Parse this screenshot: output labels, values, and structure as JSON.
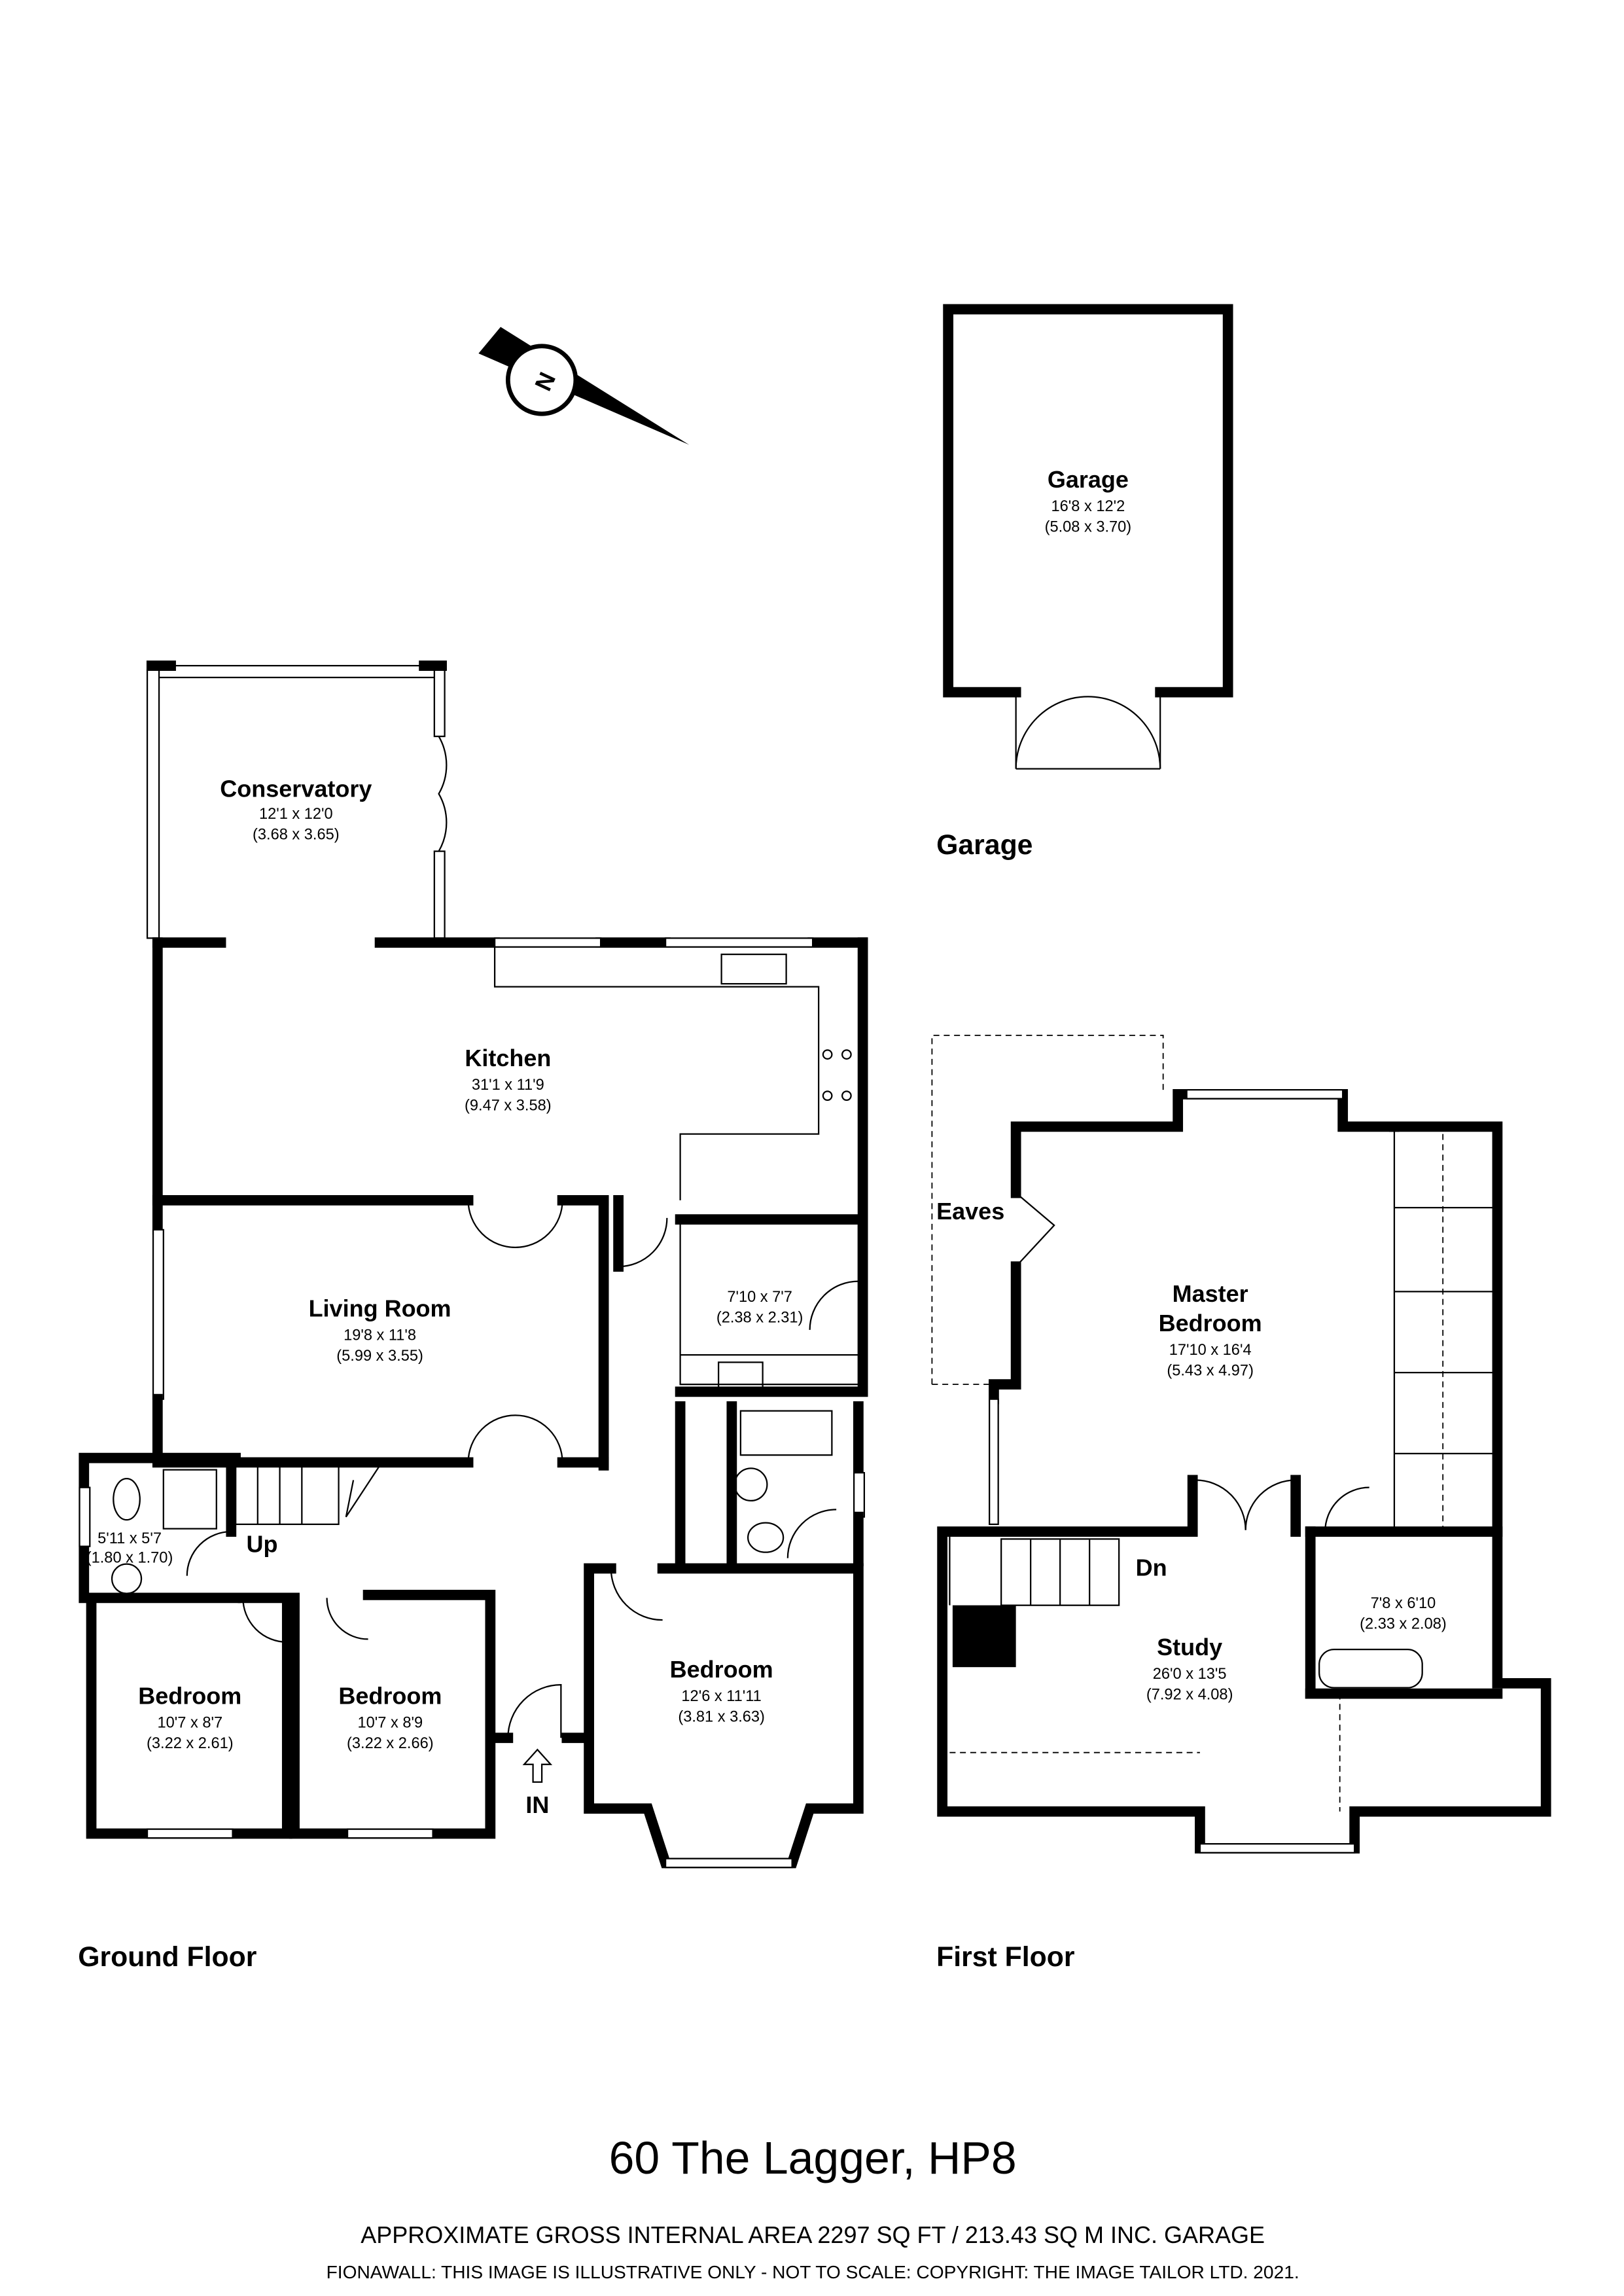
{
  "title": "60 The Lagger, HP8",
  "area_text": "APPROXIMATE GROSS INTERNAL AREA 2297 SQ FT / 213.43 SQ M INC. GARAGE",
  "disclaimer": "FIONAWALL: THIS IMAGE IS ILLUSTRATIVE ONLY - NOT TO SCALE: COPYRIGHT: THE IMAGE TAILOR LTD. 2021.",
  "compass": {
    "letter": "N",
    "icon": "north-arrow-icon"
  },
  "floors": {
    "garage": {
      "label": "Garage",
      "rooms": [
        {
          "name": "Garage",
          "imperial": "16'8 x 12'2",
          "metric": "(5.08 x 3.70)"
        }
      ]
    },
    "ground": {
      "label": "Ground Floor",
      "stairs_label": "Up",
      "entrance_label": "IN",
      "rooms": [
        {
          "name": "Conservatory",
          "imperial": "12'1 x 12'0",
          "metric": "(3.68 x 3.65)"
        },
        {
          "name": "Kitchen",
          "imperial": "31'1 x 11'9",
          "metric": "(9.47 x 3.58)"
        },
        {
          "name": "Living Room",
          "imperial": "19'8 x 11'8",
          "metric": "(5.99 x 3.55)"
        },
        {
          "name": "",
          "imperial": "7'10 x 7'7",
          "metric": "(2.38 x 2.31)"
        },
        {
          "name": "",
          "imperial": "5'11 x 5'7",
          "metric": "(1.80 x 1.70)"
        },
        {
          "name": "Bedroom",
          "imperial": "10'7 x 8'7",
          "metric": "(3.22 x 2.61)"
        },
        {
          "name": "Bedroom",
          "imperial": "10'7 x 8'9",
          "metric": "(3.22 x 2.66)"
        },
        {
          "name": "Bedroom",
          "imperial": "12'6 x 11'11",
          "metric": "(3.81 x 3.63)"
        }
      ]
    },
    "first": {
      "label": "First Floor",
      "stairs_label": "Dn",
      "eaves_label": "Eaves",
      "rooms": [
        {
          "name_line1": "Master",
          "name_line2": "Bedroom",
          "imperial": "17'10 x 16'4",
          "metric": "(5.43 x 4.97)"
        },
        {
          "name": "Study",
          "imperial": "26'0 x 13'5",
          "metric": "(7.92 x 4.08)"
        },
        {
          "name": "",
          "imperial": "7'8 x 6'10",
          "metric": "(2.33 x 2.08)"
        }
      ]
    }
  }
}
